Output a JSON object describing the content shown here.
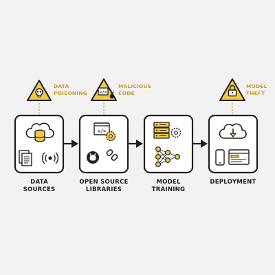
{
  "colors": {
    "background": "#f2f2f2",
    "line": "#1e1e1e",
    "accent": "#f4c842",
    "accent_text": "#c99a1e",
    "panel": "#ffffff"
  },
  "stages": [
    {
      "line1": "DATA",
      "line2": "SOURCES",
      "icons": [
        "cloud-icon",
        "database-icon",
        "documents-icon",
        "wireless-signal-icon"
      ]
    },
    {
      "line1": "OPEN SOURCE",
      "line2": "LIBRARIES",
      "icons": [
        "code-window-icon",
        "gear-icon",
        "github-icon",
        "link-icon"
      ]
    },
    {
      "line1": "MODEL",
      "line2": "TRAINING",
      "icons": [
        "server-icon",
        "gear-icon",
        "neural-network-icon"
      ]
    },
    {
      "line1": "DEPLOYMENT",
      "line2": "",
      "icons": [
        "cloud-download-icon",
        "mobile-device-icon",
        "browser-window-icon"
      ]
    }
  ],
  "threats": [
    {
      "line1": "DATA",
      "line2": "POISONING",
      "icon": "skull-icon"
    },
    {
      "line1": "MALICIOUS",
      "line2": "CODE",
      "icon": "code-bug-icon"
    },
    {
      "line1": "MODEL",
      "line2": "THEFT",
      "icon": "padlock-icon"
    }
  ]
}
